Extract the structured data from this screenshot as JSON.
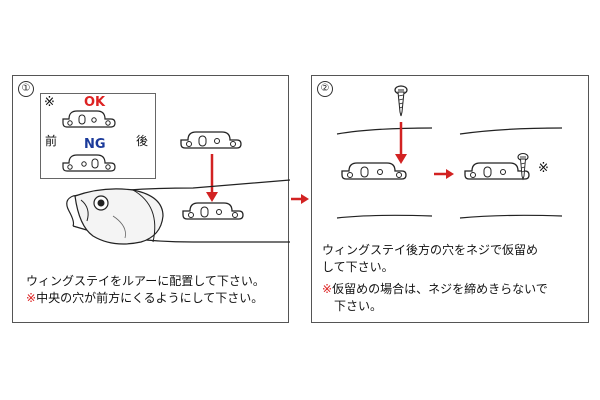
{
  "panels": [
    {
      "step": "①",
      "legend": {
        "mark": "※",
        "ok": "OK",
        "ng": "NG",
        "front": "前",
        "back": "後"
      },
      "caption_line1": "ウィングステイをルアーに配置して下さい。",
      "caption_line2_mark": "※",
      "caption_line2": "中央の穴が前方にくるようにして下さい。"
    },
    {
      "step": "②",
      "caption_line1": "ウィングステイ後方の穴をネジで仮留め",
      "caption_line2": "して下さい。",
      "caption_line3_mark": "※",
      "caption_line3": "仮留めの場合は、ネジを締めきらないで",
      "caption_line4": "下さい。",
      "side_mark": "※"
    }
  ],
  "colors": {
    "arrow": "#d22222",
    "ok": "#d22222",
    "ng": "#1b3a9a",
    "border": "#555555"
  }
}
